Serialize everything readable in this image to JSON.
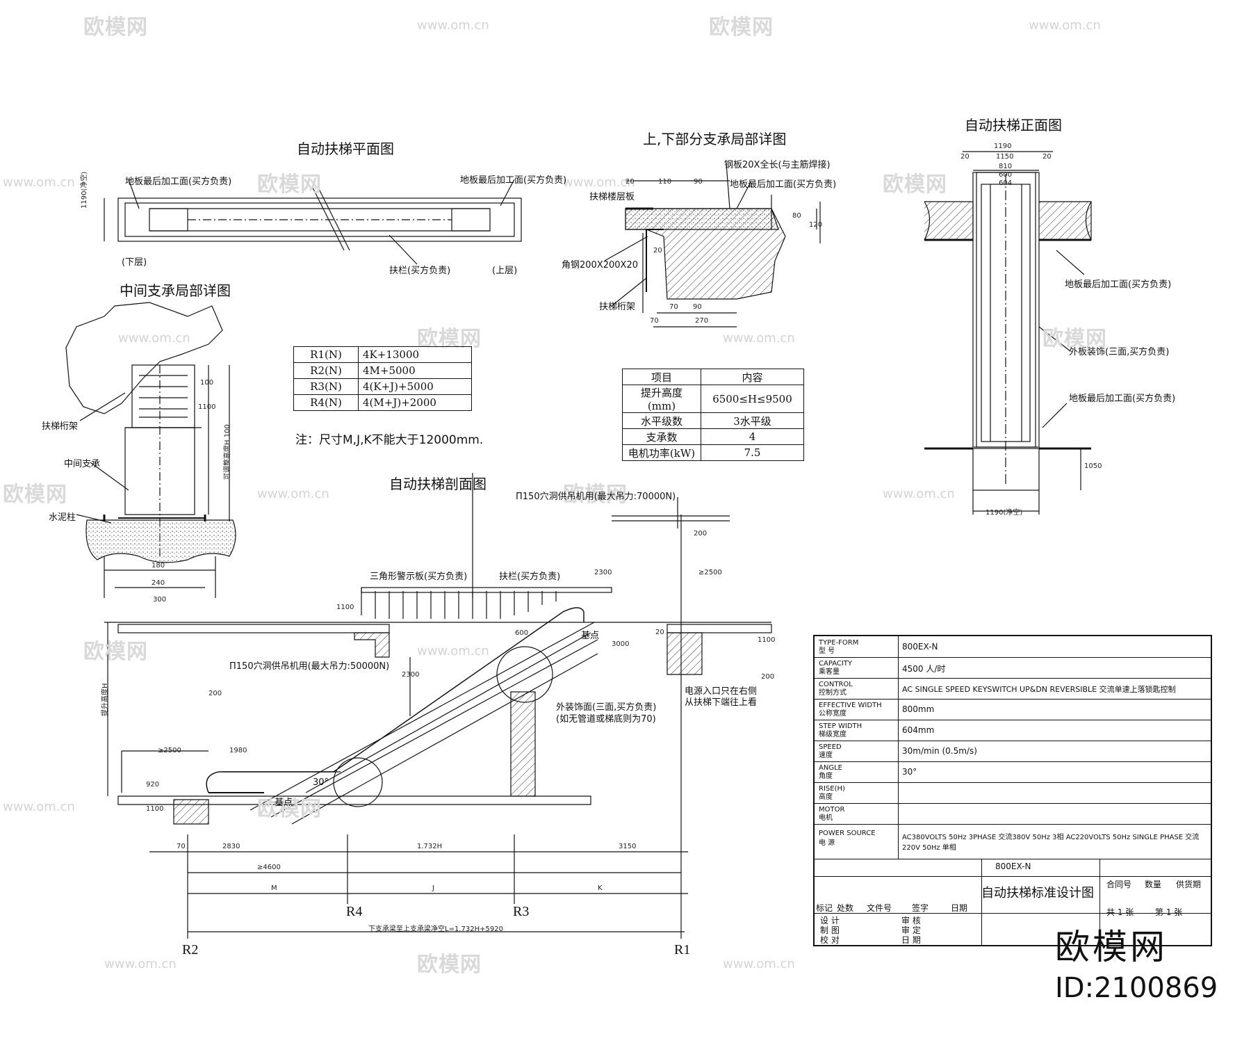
{
  "titles": {
    "plan": "自动扶梯平面图",
    "support_detail": "上,下部分支承局部详图",
    "front": "自动扶梯正面图",
    "middle_support": "中间支承局部详图",
    "section": "自动扶梯剖面图"
  },
  "plan": {
    "floor_left": "地板最后加工面(买方负责)",
    "floor_right": "地板最后加工面(买方负责)",
    "handrail": "扶栏(买方负责)",
    "lower": "(下层)",
    "upper": "(上层)",
    "width_dim": "1190(净空)"
  },
  "support": {
    "steel_plate": "钢板20X全长(与主筋焊接)",
    "floor_finish": "地板最后加工面(买方负责)",
    "landing": "扶梯楼层板",
    "angle": "角钢200X200X20",
    "truss": "扶梯桁架",
    "dims": [
      "20",
      "110",
      "90",
      "80",
      "120",
      "20",
      "70",
      "90",
      "70",
      "270"
    ]
  },
  "front": {
    "top_dims": [
      "1190",
      "20",
      "1150",
      "20",
      "810",
      "600",
      "604"
    ],
    "floor1": "地板最后加工面(买方负责)",
    "cladding": "外板装饰(三面,买方负责)",
    "floor2": "地板最后加工面(买方负责)",
    "pit_depth": "1050",
    "bottom_width": "1190(净空)"
  },
  "middle": {
    "truss": "扶梯桁架",
    "support": "中间支承",
    "column": "水泥柱",
    "dims": [
      "100",
      "1100",
      "可调整高度H 100",
      "180",
      "240",
      "300"
    ]
  },
  "reactions": [
    {
      "name": "R1(N)",
      "formula": "4K+13000"
    },
    {
      "name": "R2(N)",
      "formula": "4M+5000"
    },
    {
      "name": "R3(N)",
      "formula": "4(K+J)+5000"
    },
    {
      "name": "R4(N)",
      "formula": "4(M+J)+2000"
    }
  ],
  "note": "注：尺寸M,J,K不能大于12000mm.",
  "items": {
    "header": [
      "项目",
      "内容"
    ],
    "rows": [
      [
        "提升高度(mm)",
        "6500≤H≤9500"
      ],
      [
        "水平级数",
        "3水平级"
      ],
      [
        "支承数",
        "4"
      ],
      [
        "电机功率(kW)",
        "7.5"
      ]
    ]
  },
  "section": {
    "hoist_top": "Π150穴洞供吊机用(最大吊力:70000N)",
    "hoist_bottom": "Π150穴洞供吊机用(最大吊力:50000N)",
    "warning_plate": "三角形警示板(买方负责)",
    "handrail": "扶栏(买方负责)",
    "landing_top": "基点",
    "landing_bottom": "基点",
    "cladding": "外装饰面(三面,买方负责)",
    "cladding_note": "(如无管道或梯底则为70)",
    "power1": "电源入口只在右侧",
    "power2": "从扶梯下端往上看",
    "angle": "30°",
    "rise": "提升高度H",
    "dims_top": [
      "2300",
      "≥2500",
      "1100",
      "3000",
      "20",
      "1100",
      "200"
    ],
    "dims_mid": [
      "200",
      "≥2500",
      "1980",
      "2300",
      "920",
      "1100",
      "600",
      "200"
    ],
    "dims_bottom": [
      "70",
      "2830",
      "1.732H",
      "3150",
      "≥4600",
      "M",
      "J",
      "K"
    ],
    "span": "下支承梁至上支承梁净空L=1.732H+5920",
    "supports": [
      "R2",
      "R4",
      "R3",
      "R1"
    ]
  },
  "spec": {
    "rows": [
      {
        "en": "TYPE-FORM",
        "zh": "型 号",
        "value": "800EX-N"
      },
      {
        "en": "CAPACITY",
        "zh": "乘客量",
        "value": "4500 人/时"
      },
      {
        "en": "CONTROL",
        "zh": "控制方式",
        "value": "AC SINGLE SPEED KEYSWITCH UP&DN REVERSIBLE   交流单速上落锁匙控制"
      },
      {
        "en": "EFFECTIVE WIDTH",
        "zh": "公称宽度",
        "value": "800mm"
      },
      {
        "en": "STEP WIDTH",
        "zh": "梯级宽度",
        "value": "604mm"
      },
      {
        "en": "SPEED",
        "zh": "速度",
        "value": "30m/min   (0.5m/s)"
      },
      {
        "en": "ANGLE",
        "zh": "角度",
        "value": "30°"
      },
      {
        "en": "RISE(H)",
        "zh": "高度",
        "value": ""
      },
      {
        "en": "MOTOR",
        "zh": "电机",
        "value": ""
      },
      {
        "en": "POWER SOURCE",
        "zh": "电 源",
        "value": "AC380VOLTS 50Hz 3PHASE 交流380V 50Hz 3相   AC220VOLTS 50Hz SINGLE PHASE 交流220V 50Hz 单相"
      }
    ],
    "model": "800EX-N",
    "drawing_title": "自动扶梯标准设计图",
    "contract": "合同号",
    "qty": "数量",
    "supplier": "供货期",
    "sheets": "共 1 张",
    "sheet_no": "第 1 张",
    "sign_header": [
      "标记",
      "处数",
      "文件号",
      "签字",
      "日期"
    ],
    "design": "设 计",
    "review": "审 核",
    "draw": "制 图",
    "approve": "审 定",
    "check": "校 对",
    "date": "日 期"
  },
  "watermark": {
    "brand": "欧模网",
    "url": "www.om.cn",
    "big_brand": "欧模网",
    "image_id": "ID:2100869"
  }
}
